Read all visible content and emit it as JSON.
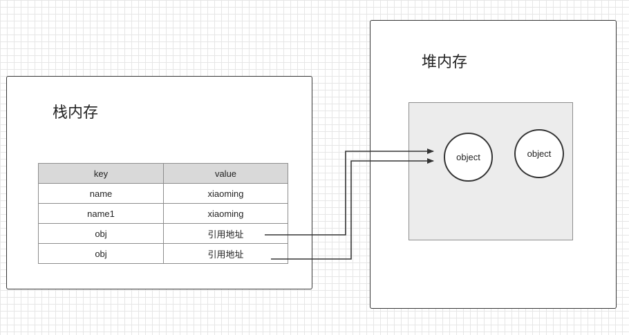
{
  "stack": {
    "title": "栈内存",
    "table": {
      "headers": [
        "key",
        "value"
      ],
      "rows": [
        {
          "key": "name",
          "value": "xiaoming"
        },
        {
          "key": "name1",
          "value": "xiaoming"
        },
        {
          "key": "obj",
          "value": "引用地址"
        },
        {
          "key": "obj",
          "value": "引用地址"
        }
      ]
    }
  },
  "heap": {
    "title": "堆内存",
    "objects": [
      "object",
      "object"
    ]
  },
  "colors": {
    "border": "#333333",
    "header_bg": "#d9d9d9",
    "heap_area_bg": "#ececec",
    "grid": "#e6e6e6"
  }
}
